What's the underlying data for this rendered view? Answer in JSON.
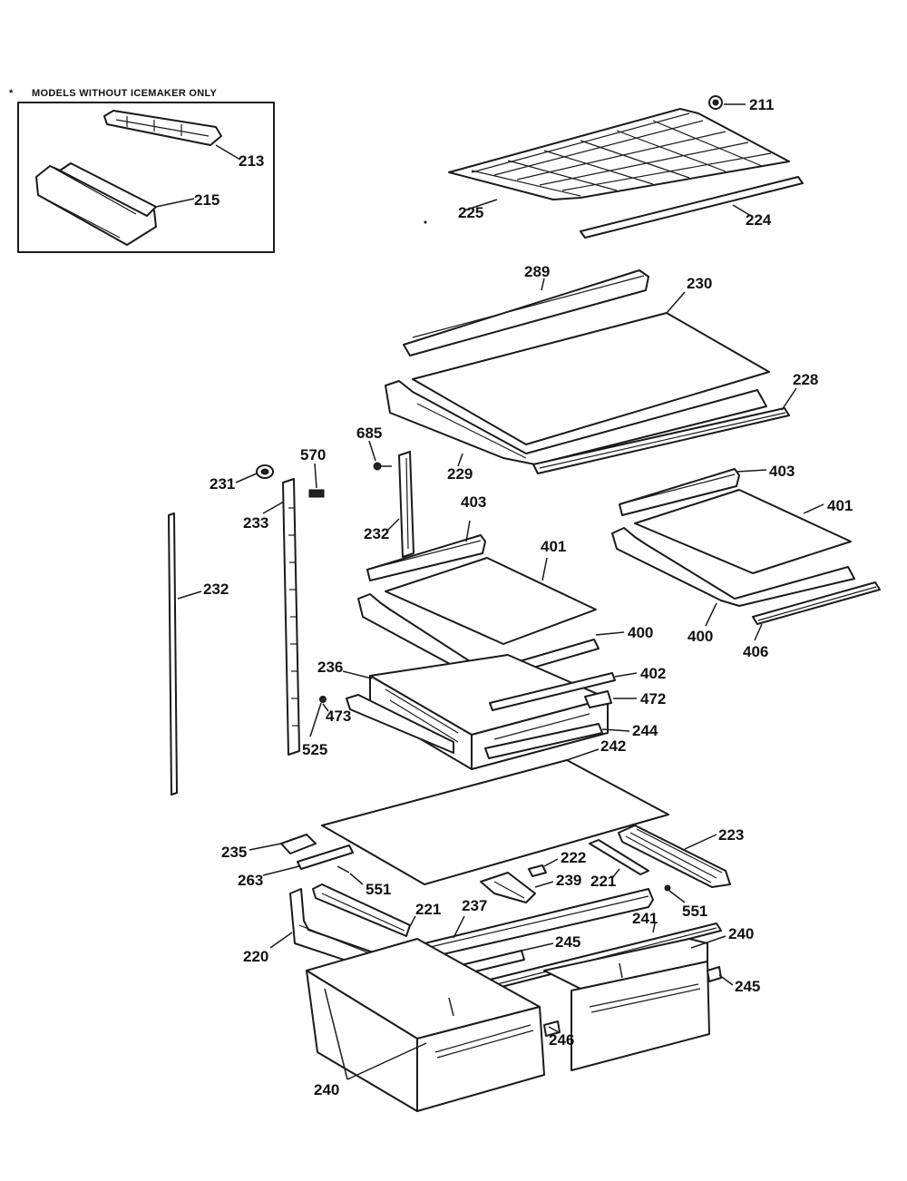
{
  "inset_title": "MODELS WITHOUT ICEMAKER ONLY",
  "inset_bullet": "*",
  "labels": {
    "p211": "211",
    "p213": "213",
    "p215": "215",
    "p225": "225",
    "p224": "224",
    "p289": "289",
    "p230": "230",
    "p228": "228",
    "p229": "229",
    "p685": "685",
    "p570": "570",
    "p231": "231",
    "p233": "233",
    "p232_upper": "232",
    "p232_left": "232",
    "p403_left": "403",
    "p403_right": "403",
    "p401_left": "401",
    "p401_right": "401",
    "p400_left": "400",
    "p400_right": "400",
    "p406": "406",
    "p236": "236",
    "p402": "402",
    "p472": "472",
    "p473": "473",
    "p525": "525",
    "p244": "244",
    "p242": "242",
    "p223": "223",
    "p235": "235",
    "p222": "222",
    "p263": "263",
    "p239": "239",
    "p221_right": "221",
    "p551_left": "551",
    "p551_right": "551",
    "p221_left": "221",
    "p237": "237",
    "p241": "241",
    "p240_right": "240",
    "p220": "220",
    "p245_top": "245",
    "p245_right": "245",
    "p246": "246",
    "p240_bottom": "240"
  }
}
